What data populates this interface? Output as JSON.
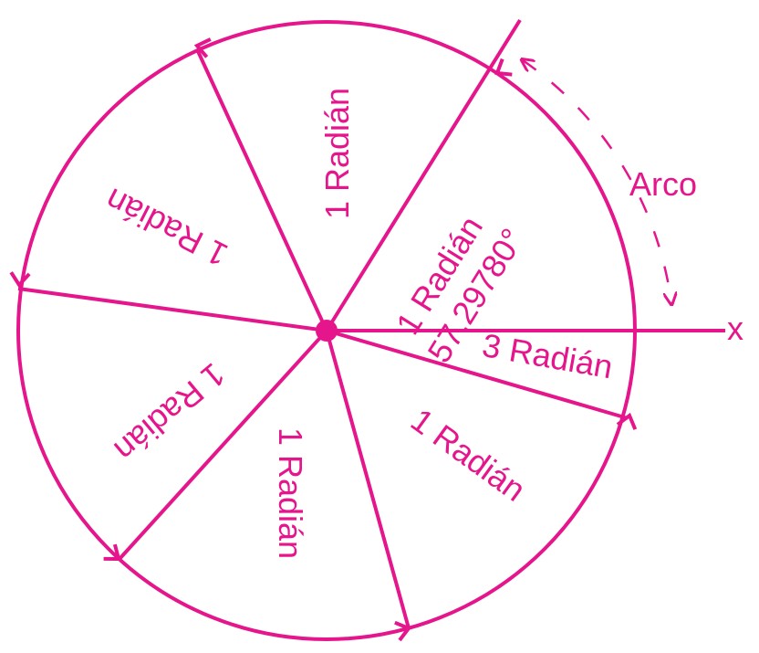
{
  "diagram": {
    "accent_color": "#e5168c",
    "axis_label": "x",
    "arc_label": "Arco",
    "sectors": [
      {
        "line1": "1 Radián",
        "line2": "57.29780°"
      },
      {
        "line1": "1 Radián"
      },
      {
        "line1": "1 Radián"
      },
      {
        "line1": "1 Radián"
      },
      {
        "line1": "1 Radián"
      },
      {
        "line1": "1 Radián"
      },
      {
        "line1": "3 Radián"
      }
    ]
  }
}
